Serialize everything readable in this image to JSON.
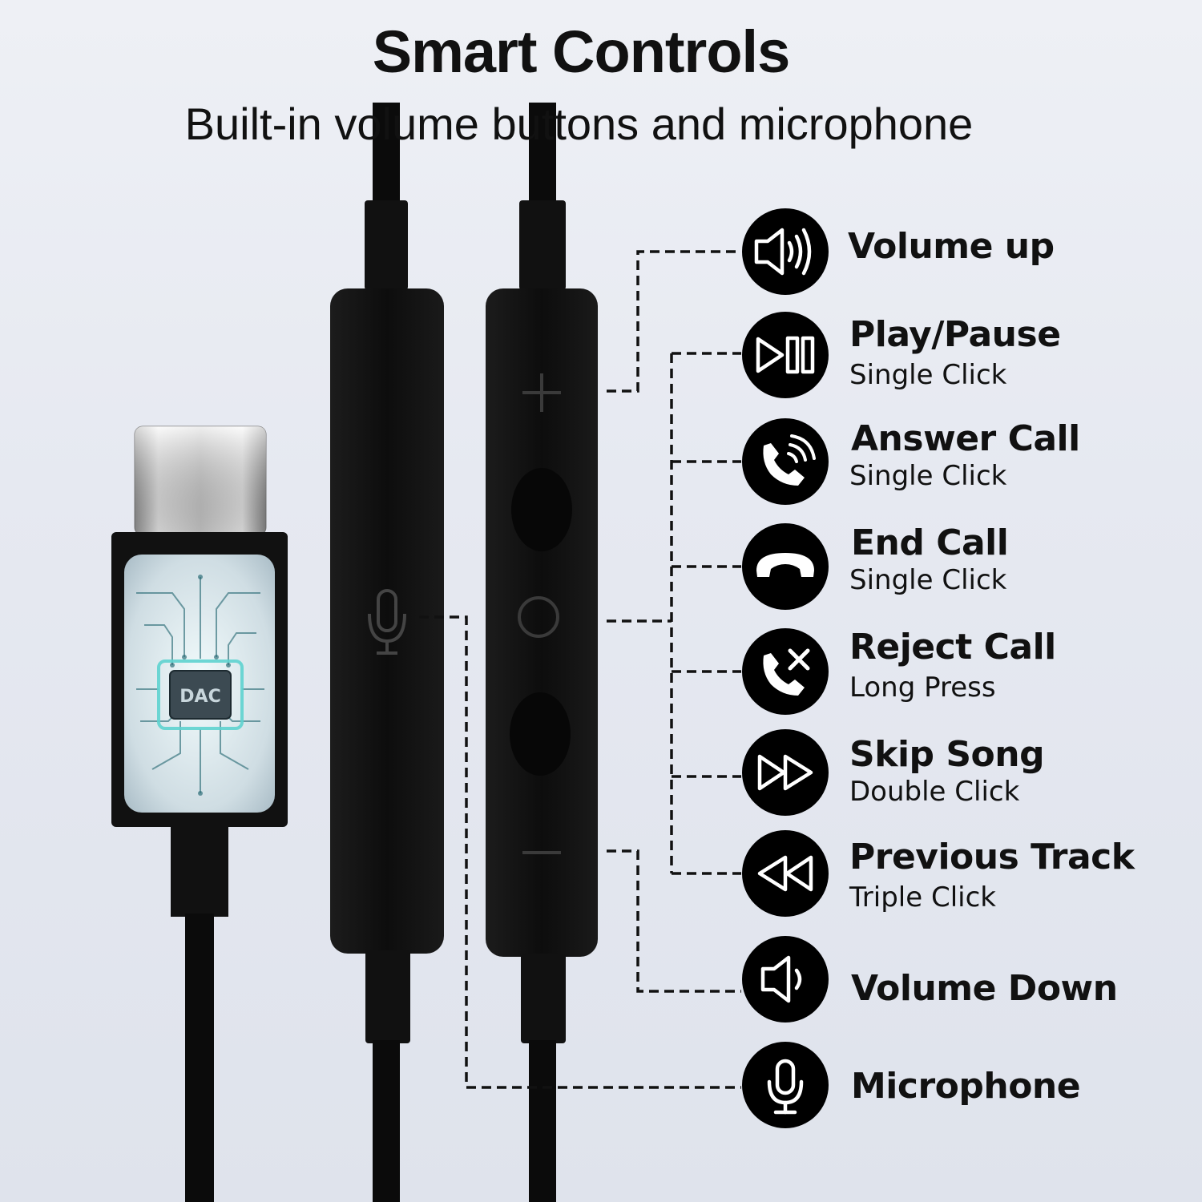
{
  "header": {
    "title": "Smart Controls",
    "subtitle": "Built-in volume buttons and microphone"
  },
  "device": {
    "chip_label": "DAC",
    "remote_buttons": [
      "+",
      "○",
      "−"
    ]
  },
  "functions": [
    {
      "label": "Volume up",
      "action": "",
      "icon": "volume-up-icon"
    },
    {
      "label": "Play/Pause",
      "action": "Single Click",
      "icon": "play-pause-icon"
    },
    {
      "label": "Answer Call",
      "action": "Single Click",
      "icon": "phone-answer-icon"
    },
    {
      "label": "End Call",
      "action": "Single Click",
      "icon": "phone-hangup-icon"
    },
    {
      "label": "Reject Call",
      "action": "Long Press",
      "icon": "phone-reject-icon"
    },
    {
      "label": "Skip Song",
      "action": "Double Click",
      "icon": "fast-forward-icon"
    },
    {
      "label": "Previous Track",
      "action": "Triple Click",
      "icon": "rewind-icon"
    },
    {
      "label": "Volume Down",
      "action": "",
      "icon": "volume-down-icon"
    },
    {
      "label": "Microphone",
      "action": "",
      "icon": "microphone-icon"
    }
  ],
  "colors": {
    "background": "#e6e9f1",
    "cable": "#0b0b0b",
    "icon_circle": "#000000",
    "icon_glyph": "#ffffff",
    "chip_accent": "#5ed3cf"
  }
}
